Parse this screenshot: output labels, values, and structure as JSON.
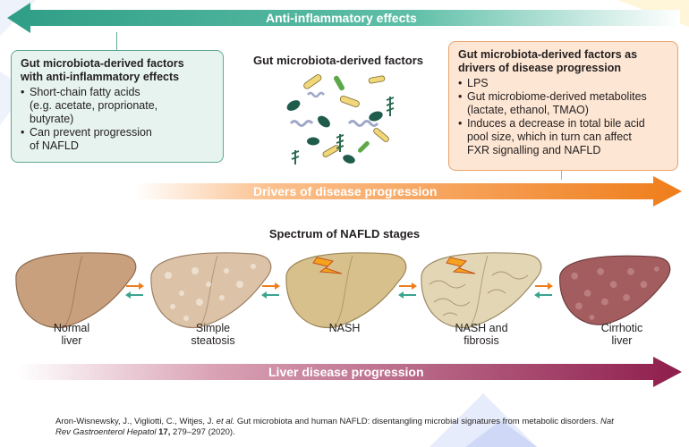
{
  "arrows": {
    "anti_inflammatory": "Anti-inflammatory effects",
    "drivers": "Drivers of disease progression",
    "liver_progression": "Liver disease progression"
  },
  "left_box": {
    "title_line1": "Gut microbiota-derived factors",
    "title_line2": "with anti-inflammatory effects",
    "items": [
      "Short-chain fatty acids",
      "(e.g. acetate, proprionate,",
      "butyrate)",
      "Can prevent progression",
      "of NAFLD"
    ]
  },
  "center": {
    "title": "Gut microbiota-derived factors"
  },
  "right_box": {
    "title_line1": "Gut microbiota-derived factors as",
    "title_line2": "drivers of disease progression",
    "items": [
      "LPS",
      "Gut microbiome-derived metabolites",
      "(lactate, ethanol, TMAO)",
      "Induces a decrease in total bile acid",
      "pool size, which in turn can affect",
      "FXR signalling and NAFLD"
    ]
  },
  "stages": {
    "title": "Spectrum of NAFLD stages",
    "normal": [
      "Normal",
      "liver"
    ],
    "steatosis": [
      "Simple",
      "steatosis"
    ],
    "nash": [
      "NASH"
    ],
    "fibrosis": [
      "NASH and",
      "fibrosis"
    ],
    "cirrhotic": [
      "Cirrhotic",
      "liver"
    ]
  },
  "citation": {
    "authors": "Aron-Wisnewsky, J., Vigliotti, C., Witjes, J.",
    "etal": "et al.",
    "title": "Gut microbiota and human NAFLD: disentangling microbial signatures from metabolic disorders.",
    "journal1": "Nat",
    "journal2": "Rev Gastroenterol Hepatol",
    "volume": "17,",
    "pages": "279–297 (2020)."
  },
  "colors": {
    "teal": "#3aa58f",
    "orange": "#ef7d1a",
    "maroon": "#8e1d4c",
    "liver_normal": "#c8a07e",
    "liver_cirrhotic": "#a45d5f"
  }
}
